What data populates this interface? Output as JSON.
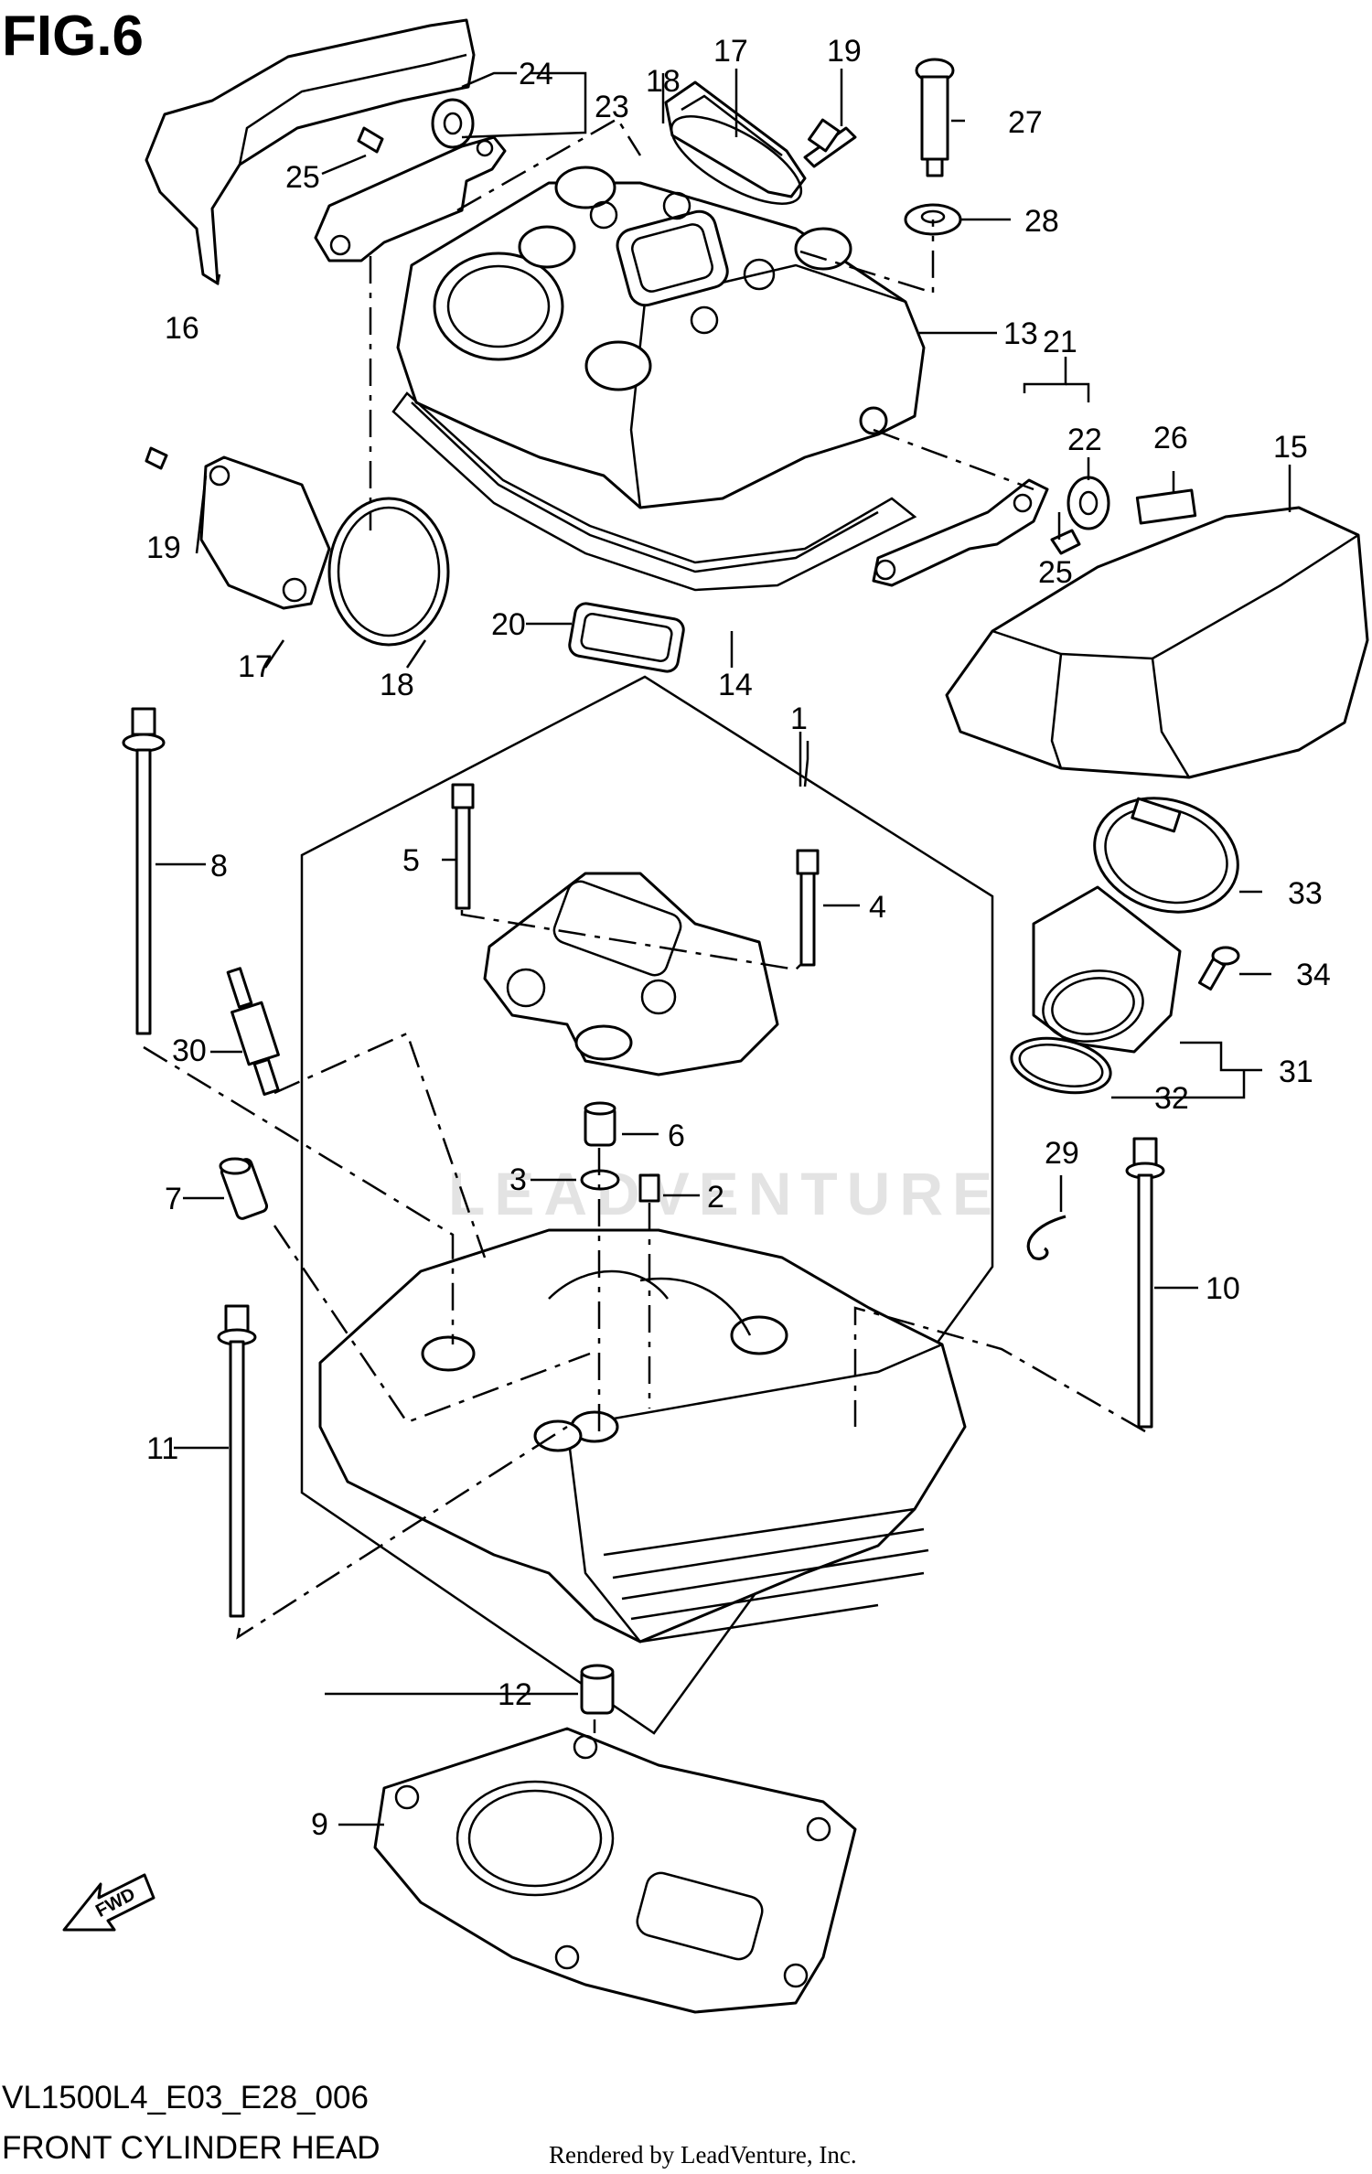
{
  "figure": {
    "title": "FIG.6"
  },
  "footer": {
    "code": "VL1500L4_E03_E28_006",
    "name": "FRONT CYLINDER HEAD",
    "credit": "Rendered by LeadVenture, Inc."
  },
  "watermark": "LEADVENTURE",
  "fwd_arrow": "FWD",
  "callouts": [
    "1",
    "2",
    "3",
    "4",
    "5",
    "6",
    "7",
    "8",
    "9",
    "10",
    "11",
    "12",
    "13",
    "14",
    "15",
    "16",
    "17",
    "17",
    "18",
    "18",
    "19",
    "19",
    "20",
    "21",
    "22",
    "23",
    "24",
    "25",
    "25",
    "26",
    "27",
    "28",
    "29",
    "30",
    "31",
    "32",
    "33",
    "34"
  ]
}
